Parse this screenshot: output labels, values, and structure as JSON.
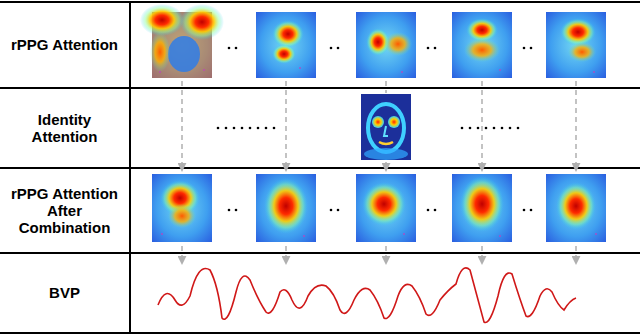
{
  "diagram": {
    "nodes": [
      {
        "text": [
          "rPPG Attention"
        ]
      },
      {
        "text": [
          "Identity Attention"
        ]
      },
      {
        "text": [
          "rPPG Attention After Combination"
        ]
      },
      {
        "text": [
          "BVP"
        ]
      }
    ]
  }
}
